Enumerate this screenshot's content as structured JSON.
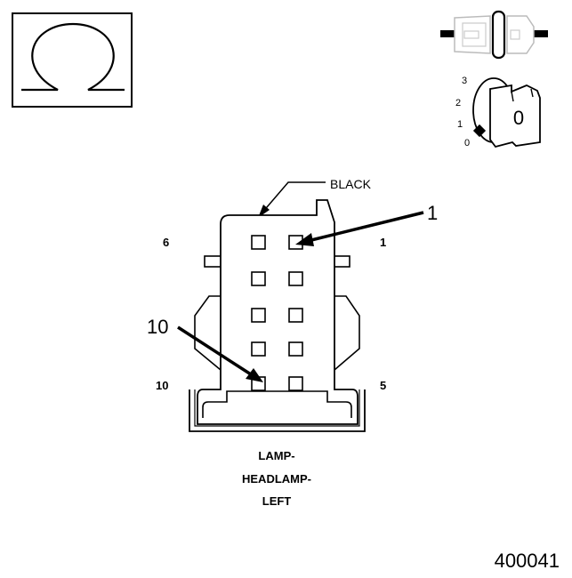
{
  "icons": {
    "omega_symbol": "Ω",
    "ignition_indicator_value": "0",
    "ignition_positions": [
      "3",
      "2",
      "1",
      "0"
    ]
  },
  "connector": {
    "color_label": "BLACK",
    "pin_corner_labels": {
      "top_left": "6",
      "top_right": "1",
      "bottom_left": "10",
      "bottom_right": "5"
    },
    "callouts": {
      "pin_1": "1",
      "pin_10": "10"
    },
    "name_lines": [
      "LAMP-",
      "HEADLAMP-",
      "LEFT"
    ]
  },
  "figure_id": "400041"
}
